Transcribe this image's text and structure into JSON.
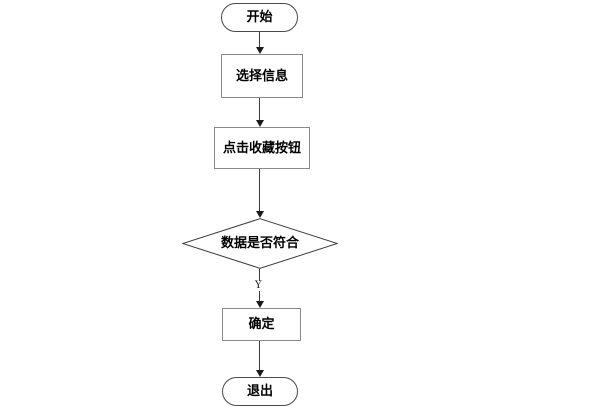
{
  "diagram": {
    "title": "",
    "type": "flowchart",
    "orientation": "top-to-bottom",
    "background_color": "#ffffff",
    "border_color": "#8a8a8a",
    "terminator_border_color": "#4a4a4a",
    "connector_color": "#3b3b3b",
    "text_color": "#000000",
    "nodes": [
      {
        "id": "start",
        "shape": "terminator",
        "label": "开始"
      },
      {
        "id": "select",
        "shape": "process",
        "label": "选择信息"
      },
      {
        "id": "click",
        "shape": "process",
        "label": "点击收藏按钮"
      },
      {
        "id": "decision",
        "shape": "decision",
        "label": "数据是否符合"
      },
      {
        "id": "confirm",
        "shape": "process",
        "label": "确定"
      },
      {
        "id": "exit",
        "shape": "terminator",
        "label": "退出"
      }
    ],
    "edges": [
      {
        "id": "e1",
        "from": "start",
        "to": "select",
        "label": ""
      },
      {
        "id": "e2",
        "from": "select",
        "to": "click",
        "label": ""
      },
      {
        "id": "e3",
        "from": "click",
        "to": "decision",
        "label": ""
      },
      {
        "id": "e4",
        "from": "decision",
        "to": "confirm",
        "label": "Y"
      },
      {
        "id": "e5",
        "from": "confirm",
        "to": "exit",
        "label": ""
      }
    ]
  }
}
